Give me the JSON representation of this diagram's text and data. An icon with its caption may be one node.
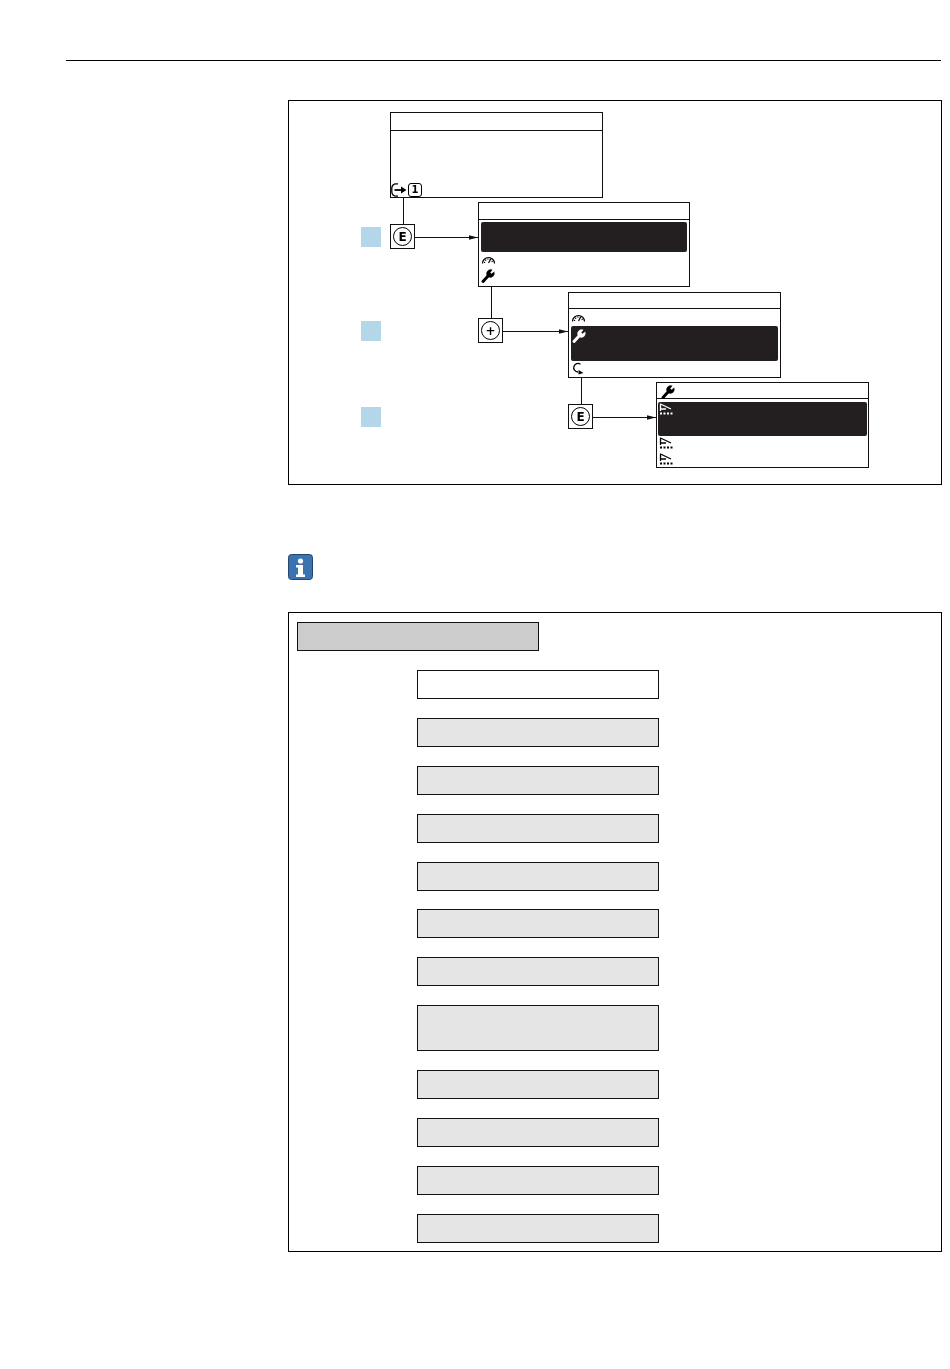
{
  "diagram": {
    "nodes": [
      {
        "text": [
          "1"
        ]
      },
      {
        "text": [
          "E"
        ]
      },
      {
        "text": [],
        "shape": "box"
      },
      {
        "text": [
          "+"
        ]
      },
      {
        "text": [],
        "shape": "box"
      },
      {
        "text": [
          "E"
        ]
      },
      {
        "text": [],
        "shape": "box"
      },
      {
        "text": [],
        "shape": "box"
      },
      {
        "text": [],
        "shape": "box"
      },
      {
        "text": [],
        "shape": "box"
      },
      {
        "text": [],
        "shape": "box"
      },
      {
        "text": [],
        "shape": "box"
      },
      {
        "text": [],
        "shape": "box"
      },
      {
        "text": [],
        "shape": "box"
      },
      {
        "text": [],
        "shape": "box"
      },
      {
        "text": [],
        "shape": "box"
      },
      {
        "text": [],
        "shape": "box"
      },
      {
        "text": [],
        "shape": "box"
      },
      {
        "text": [],
        "shape": "box"
      },
      {
        "text": [],
        "shape": "box"
      }
    ],
    "edges": [
      {
        "from": 0,
        "to": 1,
        "arrow": "none"
      },
      {
        "from": 1,
        "to": 2,
        "arrow": "to"
      },
      {
        "from": 2,
        "to": 3,
        "arrow": "none"
      },
      {
        "from": 3,
        "to": 4,
        "arrow": "to"
      },
      {
        "from": 4,
        "to": 5,
        "arrow": "none"
      },
      {
        "from": 5,
        "to": 6,
        "arrow": "to"
      }
    ]
  }
}
